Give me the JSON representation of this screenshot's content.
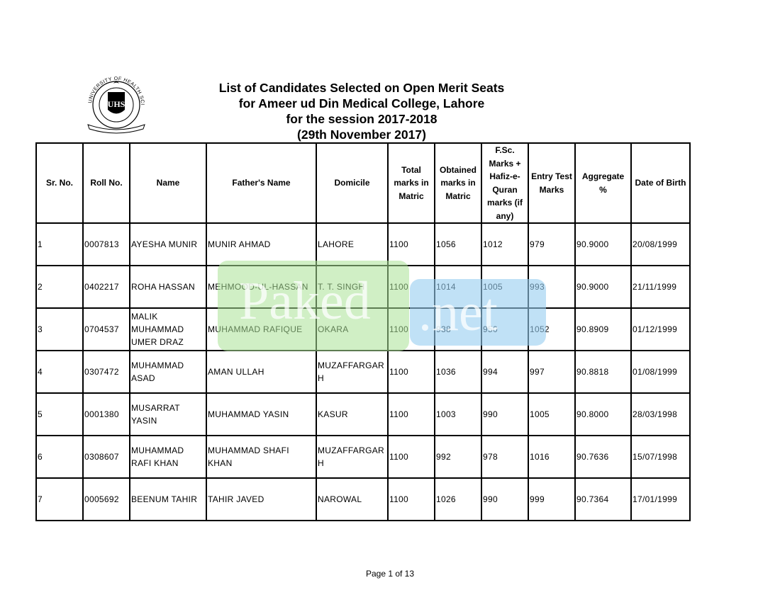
{
  "seal": {
    "text": "UNIVERSITY OF HEALTH SCIENCES LAHORE",
    "monogram": "UHS",
    "icon": "university-seal-icon"
  },
  "title": {
    "line1": "List of Candidates Selected on Open Merit Seats",
    "line2": "for Ameer ud Din Medical College, Lahore",
    "line3": "for the session 2017-2018",
    "line4": "(29th November 2017)"
  },
  "table": {
    "headers": [
      "Sr. No.",
      "Roll No.",
      "Name",
      "Father's Name",
      "Domicile",
      "Total marks in Matric",
      "Obtained marks in Matric",
      "F.Sc. Marks + Hafiz-e-Quran marks (if any)",
      "Entry Test Marks",
      "Aggregate %",
      "Date of Birth"
    ],
    "rows": [
      [
        "1",
        "0007813",
        "AYESHA MUNIR",
        "MUNIR AHMAD",
        "LAHORE",
        "1100",
        "1056",
        "1012",
        "979",
        "90.9000",
        "20/08/1999"
      ],
      [
        "2",
        "0402217",
        "ROHA HASSAN",
        "MEHMOOD-UL-HASSAN",
        "T. T. SINGH",
        "1100",
        "1014",
        "1005",
        "993",
        "90.9000",
        "21/11/1999"
      ],
      [
        "3",
        "0704537",
        "MALIK MUHAMMAD UMER DRAZ",
        "MUHAMMAD RAFIQUE",
        "OKARA",
        "1100",
        "938",
        "950",
        "1052",
        "90.8909",
        "01/12/1999"
      ],
      [
        "4",
        "0307472",
        "MUHAMMAD ASAD",
        "AMAN ULLAH",
        "MUZAFFARGARH",
        "1100",
        "1036",
        "994",
        "997",
        "90.8818",
        "01/08/1999"
      ],
      [
        "5",
        "0001380",
        "MUSARRAT YASIN",
        "MUHAMMAD YASIN",
        "KASUR",
        "1100",
        "1003",
        "990",
        "1005",
        "90.8000",
        "28/03/1998"
      ],
      [
        "6",
        "0308607",
        "MUHAMMAD RAFI KHAN",
        "MUHAMMAD SHAFI KHAN",
        "MUZAFFARGARH",
        "1100",
        "992",
        "978",
        "1016",
        "90.7636",
        "15/07/1998"
      ],
      [
        "7",
        "0005692",
        "BEENUM TAHIR",
        "TAHIR JAVED",
        "NAROWAL",
        "1100",
        "1026",
        "990",
        "999",
        "90.7364",
        "17/01/1999"
      ]
    ]
  },
  "watermark": {
    "part1": "Paked",
    "part2": ".net"
  },
  "footer": {
    "page": "Page 1 of 13"
  }
}
